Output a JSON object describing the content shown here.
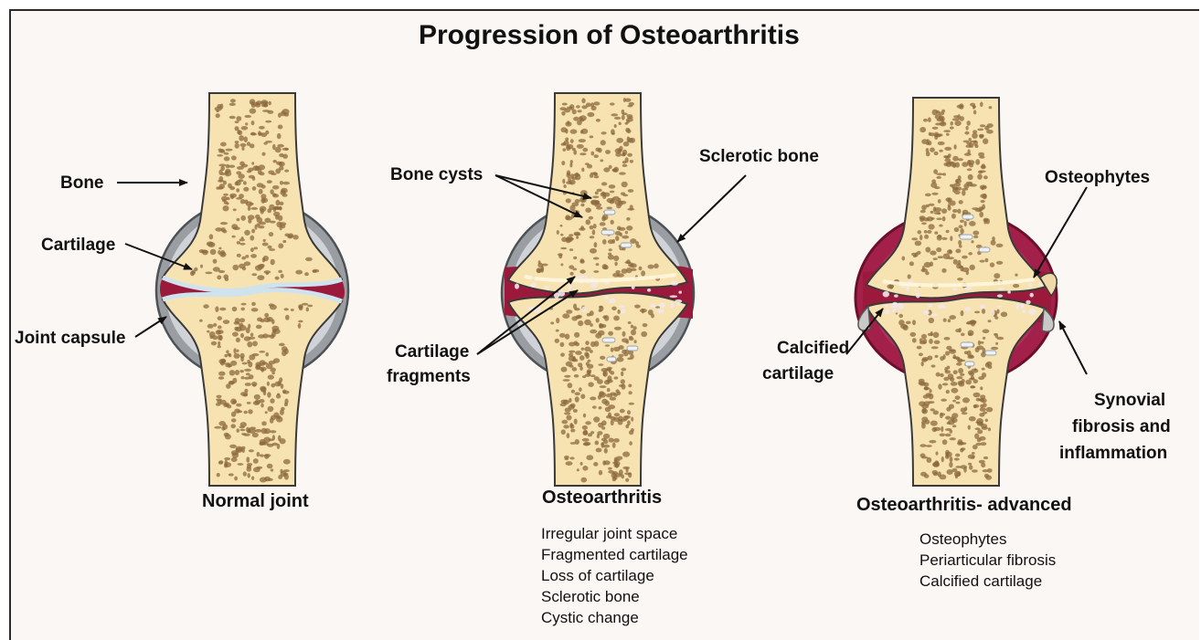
{
  "title": "Progression of Osteoarthritis",
  "panels": [
    {
      "caption": "Normal joint",
      "labels": {
        "bone": "Bone",
        "cartilage": "Cartilage",
        "joint_capsule": "Joint capsule"
      },
      "features": []
    },
    {
      "caption": "Osteoarthritis",
      "labels": {
        "bone_cysts": "Bone cysts",
        "sclerotic_bone": "Sclerotic bone",
        "cartilage_fragments_line1": "Cartilage",
        "cartilage_fragments_line2": "fragments"
      },
      "features": [
        "Irregular joint space",
        "Fragmented cartilage",
        "Loss of cartilage",
        "Sclerotic bone",
        "Cystic change"
      ]
    },
    {
      "caption": "Osteoarthritis- advanced",
      "labels": {
        "osteophytes": "Osteophytes",
        "calcified_line1": "Calcified",
        "calcified_line2": "cartilage",
        "synovial_line1": "Synovial",
        "synovial_line2": "fibrosis and",
        "synovial_line3": "inflammation"
      },
      "features": [
        "Osteophytes",
        "Periarticular fibrosis",
        "Calcified cartilage"
      ]
    }
  ],
  "colors": {
    "bone_fill": "#f7e3b1",
    "bone_pores": "#8c6a3f",
    "cartilage": "#cfe3ef",
    "synovial_fluid": "#9b1a3c",
    "capsule": "#9a9ea3",
    "capsule_inner": "#e8d3dc",
    "inflamed_capsule": "#a3204a"
  }
}
